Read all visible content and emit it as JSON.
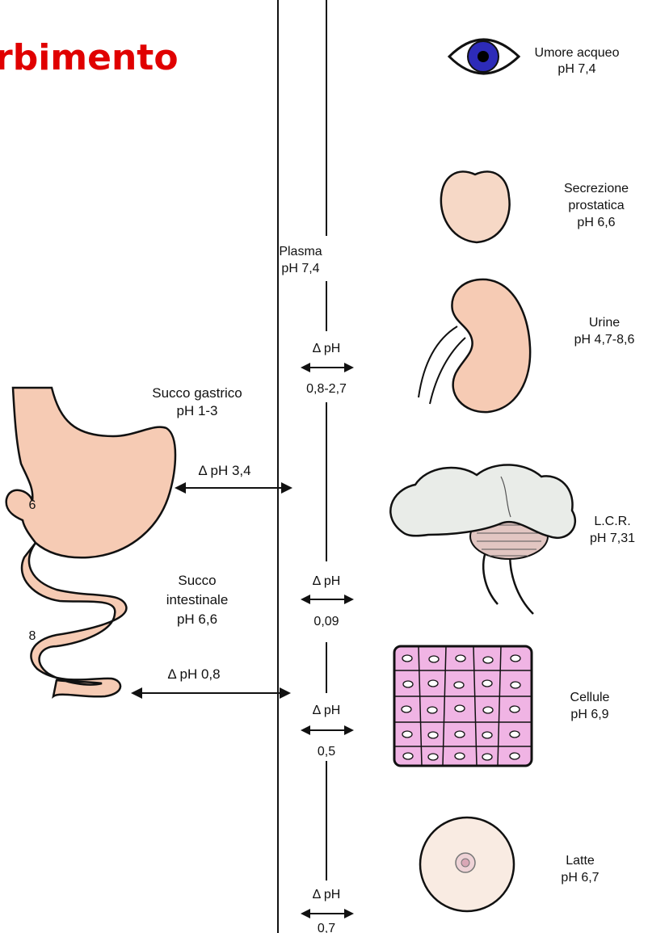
{
  "title_fragment": "rbimento",
  "colors": {
    "title": "#e00000",
    "organ_fill": "#f6cbb4",
    "brain_fill": "#e9ece8",
    "cells_fill": "#f0b4e4",
    "eye_iris": "#2d2bb8",
    "ink": "#111111"
  },
  "center": {
    "name": "Plasma",
    "ph": "pH 7,4"
  },
  "left_items": [
    {
      "name": "Succo gastrico",
      "ph": "pH 1-3",
      "delta": "Δ pH 3,4",
      "icon": "stomach-icon"
    },
    {
      "name_line1": "Succo",
      "name_line2": "intestinale",
      "ph": "pH 6,6",
      "delta": "Δ pH 0,8",
      "icon": "intestine-icon"
    }
  ],
  "right_items": [
    {
      "name": "Umore acqueo",
      "ph": "pH 7,4",
      "icon": "eye-icon"
    },
    {
      "name_line1": "Secrezione",
      "name_line2": "prostatica",
      "ph": "pH 6,6",
      "icon": "prostate-icon"
    },
    {
      "name": "Urine",
      "ph": "pH 4,7-8,6",
      "icon": "kidney-icon",
      "delta_label": "Δ pH",
      "delta_value": "0,8-2,7"
    },
    {
      "name": "L.C.R.",
      "ph": "pH 7,31",
      "icon": "brain-icon",
      "delta_label": "Δ pH",
      "delta_value": "0,09"
    },
    {
      "name": "Cellule",
      "ph": "pH 6,9",
      "icon": "cells-icon",
      "delta_label": "Δ pH",
      "delta_value": "0,5"
    },
    {
      "name": "Latte",
      "ph": "pH 6,7",
      "icon": "milk-icon",
      "delta_label": "Δ pH",
      "delta_value": "0,7"
    }
  ],
  "intestine_marks": [
    "6",
    "8"
  ]
}
